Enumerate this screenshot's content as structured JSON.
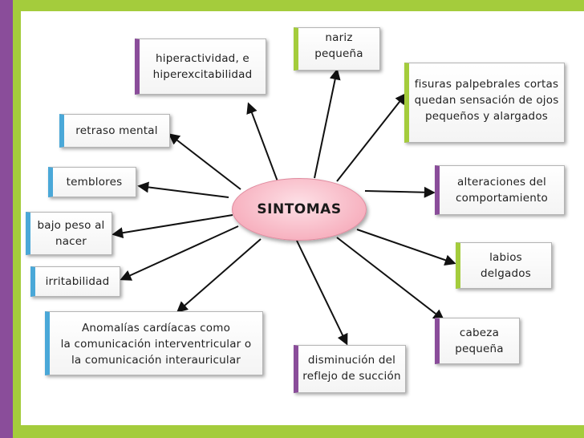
{
  "center": {
    "label": "SINTOMAS"
  },
  "nodes": {
    "nariz": "nariz\npequeña",
    "hiperactividad": "hiperactividad, e\nhiperexcitabilidad",
    "fisuras": "fisuras palpebrales cortas\nquedan sensación de ojos\npequeños y alargados",
    "retraso": "retraso mental",
    "temblores": "temblores",
    "alteraciones": "alteraciones del\ncomportamiento",
    "bajo_peso": "bajo peso al\nnacer",
    "labios": "labios\ndelgados",
    "irritabilidad": "irritabilidad",
    "anomalias": "Anomalías cardíacas como\nla comunicación interventricular o\nla comunicación interauricular",
    "cabeza": "cabeza\npequeña",
    "reflejo": "disminución del\nreflejo de succión"
  },
  "colors": {
    "accent_purple": "#8a4d9a",
    "accent_green": "#a4cc3c",
    "accent_blue": "#4aa8d8",
    "center_fill": "#f7b2c0"
  }
}
